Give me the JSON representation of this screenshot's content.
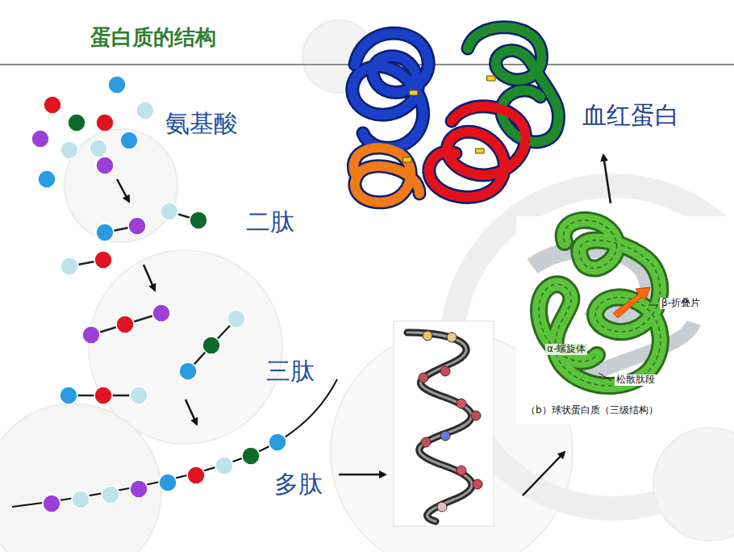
{
  "diagram": {
    "title": "蛋白质的结构",
    "labels": [
      "氨基酸",
      "二肽",
      "三肽",
      "多肽",
      "血红蛋白",
      "β-折叠片",
      "α-螺旋体",
      "松散肽段",
      "（b）球状蛋白质（三级结构）"
    ]
  }
}
